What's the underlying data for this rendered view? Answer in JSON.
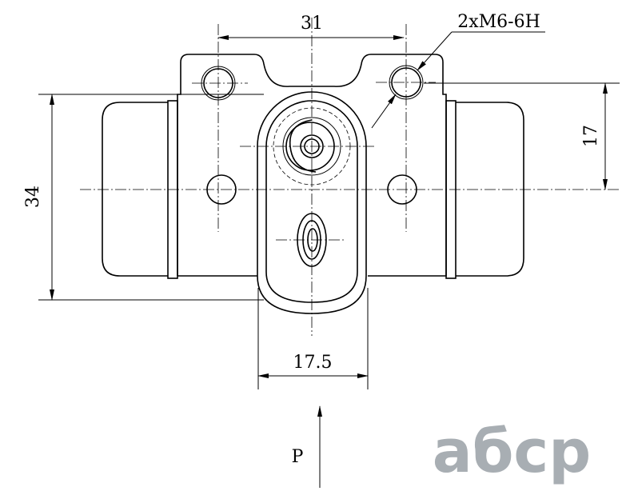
{
  "drawing": {
    "dimensions": {
      "hole_spacing": "31",
      "thread_callout": "2xM6-6H",
      "overall_height": "34",
      "hole_offset": "17",
      "piston_width": "17.5"
    },
    "pressure_label": "P",
    "watermark": "абср"
  }
}
